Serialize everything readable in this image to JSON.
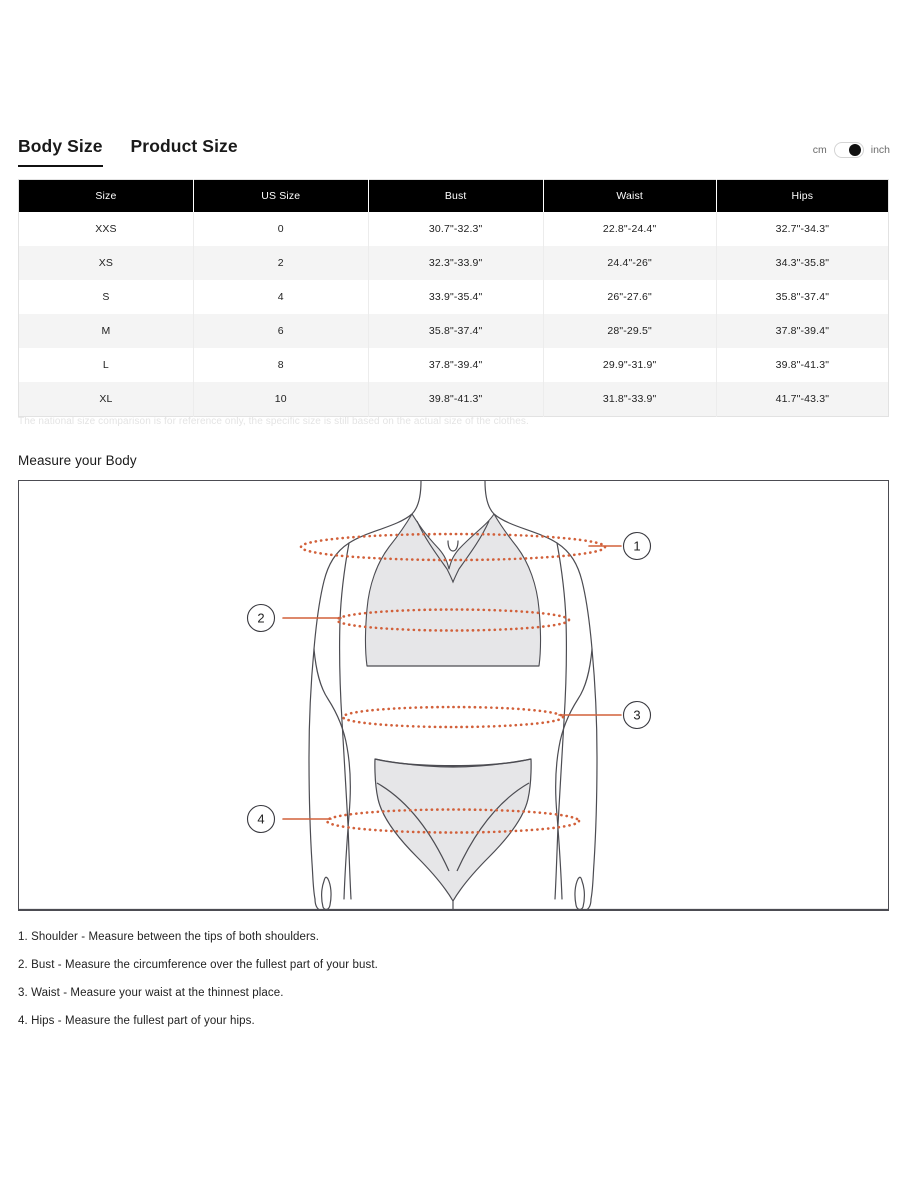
{
  "tabs": [
    {
      "label": "Body Size",
      "active": true
    },
    {
      "label": "Product Size",
      "active": false
    }
  ],
  "unit_toggle": {
    "left_label": "cm",
    "right_label": "inch",
    "selected": "inch"
  },
  "size_table": {
    "columns": [
      "Size",
      "US Size",
      "Bust",
      "Waist",
      "Hips"
    ],
    "rows": [
      [
        "XXS",
        "0",
        "30.7\"-32.3\"",
        "22.8\"-24.4\"",
        "32.7\"-34.3\""
      ],
      [
        "XS",
        "2",
        "32.3\"-33.9\"",
        "24.4\"-26\"",
        "34.3\"-35.8\""
      ],
      [
        "S",
        "4",
        "33.9\"-35.4\"",
        "26\"-27.6\"",
        "35.8\"-37.4\""
      ],
      [
        "M",
        "6",
        "35.8\"-37.4\"",
        "28\"-29.5\"",
        "37.8\"-39.4\""
      ],
      [
        "L",
        "8",
        "37.8\"-39.4\"",
        "29.9\"-31.9\"",
        "39.8\"-41.3\""
      ],
      [
        "XL",
        "10",
        "39.8\"-41.3\"",
        "31.8\"-33.9\"",
        "41.7\"-43.3\""
      ]
    ],
    "note": "The national size comparison is for reference only, the specific size is still based on the actual size of the clothes."
  },
  "measure_section": {
    "title": "Measure your Body",
    "markers": [
      "1",
      "2",
      "3",
      "4"
    ],
    "instructions": [
      "1. Shoulder - Measure between the tips of both shoulders.",
      "2. Bust - Measure the circumference over the fullest part of your bust.",
      "3. Waist - Measure your waist at the thinnest place.",
      "4. Hips - Measure the fullest part of your hips."
    ]
  },
  "colors": {
    "accent_measure_line": "#d2603a",
    "header_bg": "#000000",
    "row_alt_bg": "#f4f4f4",
    "figure_outline": "#4c4c52",
    "garment_fill": "#e6e6e8",
    "note_text": "#e4e4e4"
  }
}
